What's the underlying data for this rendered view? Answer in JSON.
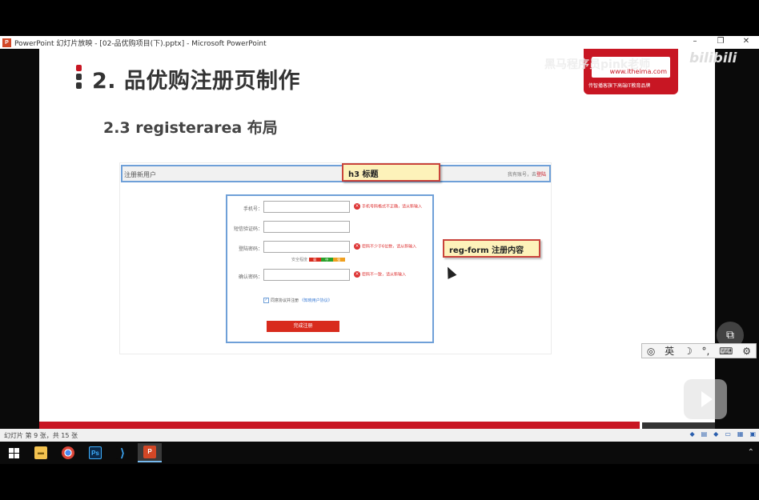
{
  "window": {
    "title": "PowerPoint 幻灯片放映 - [02-品优购项目(下).pptx] - Microsoft PowerPoint",
    "app_icon_letter": "P"
  },
  "slide": {
    "heading": "2. 品优购注册页制作",
    "subheading": "2.3 registerarea 布局",
    "bullet_colors": [
      "#c81623",
      "#333333",
      "#333333"
    ],
    "logo": {
      "site": "www.itheima.com",
      "tagline": "传智播客旗下高端IT教育品牌"
    },
    "register": {
      "h3_title": "注册新用户",
      "h3_right_text": "我有账号，去",
      "h3_right_link": "登陆",
      "labels": {
        "h3": "h3 标题",
        "form": "reg-form 注册内容"
      },
      "rows": [
        {
          "label": "手机号：",
          "error": "手机号码格式不正确，请从新输入"
        },
        {
          "label": "短信验证码：",
          "error": ""
        },
        {
          "label": "登陆密码：",
          "error": "密码不少于6位数，请从新输入"
        },
        {
          "label": "确认密码：",
          "error": "密码不一致，请从新输入"
        }
      ],
      "strength_label": "安全程度",
      "strength_levels": [
        "弱",
        "中",
        "强"
      ],
      "agree_text": "同意协议并注册",
      "agree_link": "《知晓用户协议》",
      "submit_label": "完成注册"
    }
  },
  "overlay": {
    "bilibili": "bilibili",
    "watermark": "黑马程序员pink老师",
    "ime": [
      "英",
      "☽",
      "°,",
      "⌨",
      "⚙"
    ]
  },
  "statusbar": {
    "slide_info": "幻灯片 第 9 张，共 15 张"
  },
  "taskbar": {
    "apps": [
      "Windows",
      "File Explorer",
      "Chrome",
      "Photoshop",
      "VS Code",
      "PowerPoint"
    ]
  },
  "colors": {
    "accent_red": "#c81623",
    "frame_blue": "#6fa0d8",
    "label_bg": "#fdf2ba"
  }
}
